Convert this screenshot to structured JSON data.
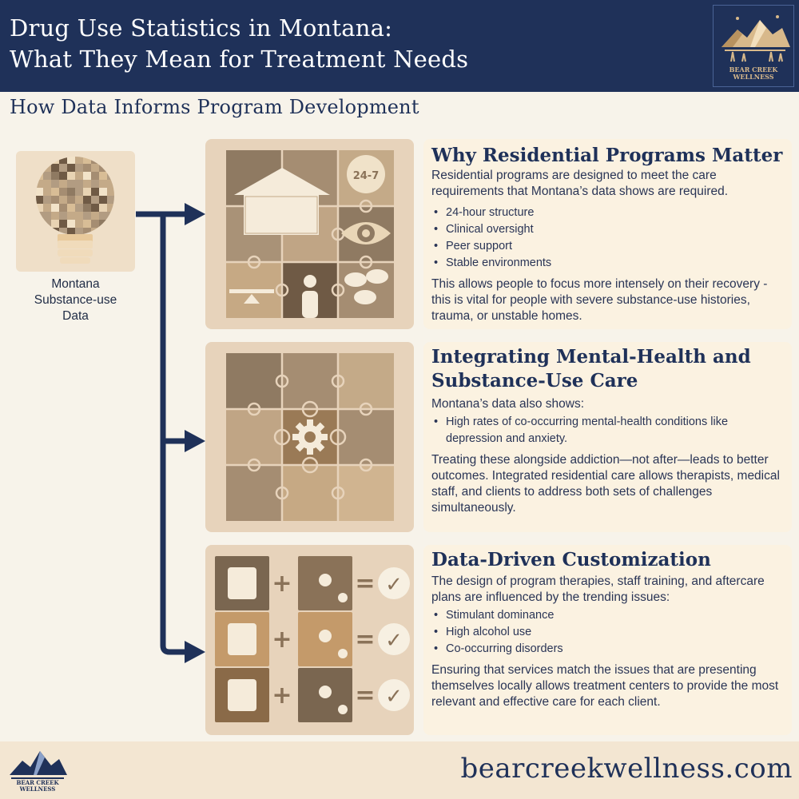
{
  "header": {
    "title_line1": "Drug Use Statistics in Montana:",
    "title_line2": "What They Mean for Treatment Needs",
    "logo_line1": "BEAR CREEK",
    "logo_line2": "WELLNESS"
  },
  "subtitle": "How Data Informs Program Development",
  "source": {
    "label_line1": "Montana",
    "label_line2": "Substance-use",
    "label_line3": "Data"
  },
  "sections": [
    {
      "title": "Why Residential Programs Matter",
      "intro": "Residential programs are designed to meet the care requirements that Montana’s data shows are required.",
      "bullets": [
        "24-hour structure",
        "Clinical oversight",
        "Peer support",
        "Stable environments"
      ],
      "outro": "This allows people to focus more intensely on their recovery - this is vital for people with severe substance-use histories, trauma, or unstable homes.",
      "clock_label": "24-7"
    },
    {
      "title_line1": "Integrating Mental-Health and",
      "title_line2": "Substance-Use Care",
      "intro": "Montana’s data also shows:",
      "bullets": [
        "High rates of co-occurring mental-health conditions like depression and anxiety."
      ],
      "outro": "Treating these alongside addiction—not after—leads to better outcomes. Integrated residential care allows therapists, medical staff, and clients to address both sets of challenges simultaneously."
    },
    {
      "title": "Data-Driven Customization",
      "intro": "The design of program therapies, staff training, and aftercare plans are influenced by the trending issues:",
      "bullets": [
        "Stimulant dominance",
        "High alcohol use",
        "Co-occurring disorders"
      ],
      "outro": "Ensuring that services match the issues that are presenting themselves locally allows treatment centers to provide the most relevant and effective care for each client.",
      "plus": "+",
      "equals": "=",
      "check": "✓"
    }
  ],
  "footer": {
    "site": "bearcreekwellness.com",
    "logo_line1": "BEAR CREEK",
    "logo_line2": "WELLNESS"
  },
  "colors": {
    "navy": "#1f3159",
    "cream": "#f7f3ea",
    "tan": "#e7d3bb",
    "brown": "#8a7258"
  }
}
